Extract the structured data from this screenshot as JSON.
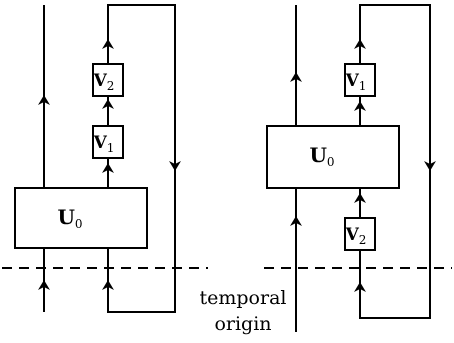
{
  "left": {
    "big_box": {
      "letter": "U",
      "sub": "0"
    },
    "upper_box": {
      "letter": "V",
      "sub": "2"
    },
    "lower_box": {
      "letter": "V",
      "sub": "1"
    }
  },
  "right": {
    "big_box": {
      "letter": "U",
      "sub": "0"
    },
    "upper_box": {
      "letter": "V",
      "sub": "1"
    },
    "lower_box": {
      "letter": "V",
      "sub": "2"
    }
  },
  "caption": {
    "line1": "temporal",
    "line2": "origin"
  }
}
